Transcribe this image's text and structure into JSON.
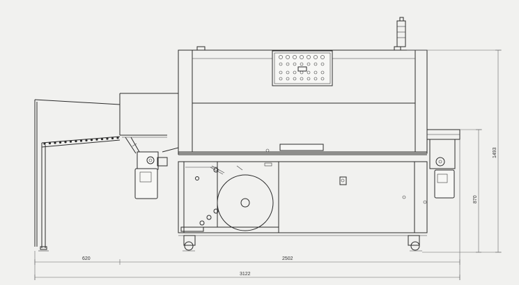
{
  "drawing": {
    "dimensions": {
      "total_width": "3122",
      "left_section": "620",
      "right_section": "2502",
      "total_height": "1493",
      "conveyor_height": "870"
    }
  }
}
